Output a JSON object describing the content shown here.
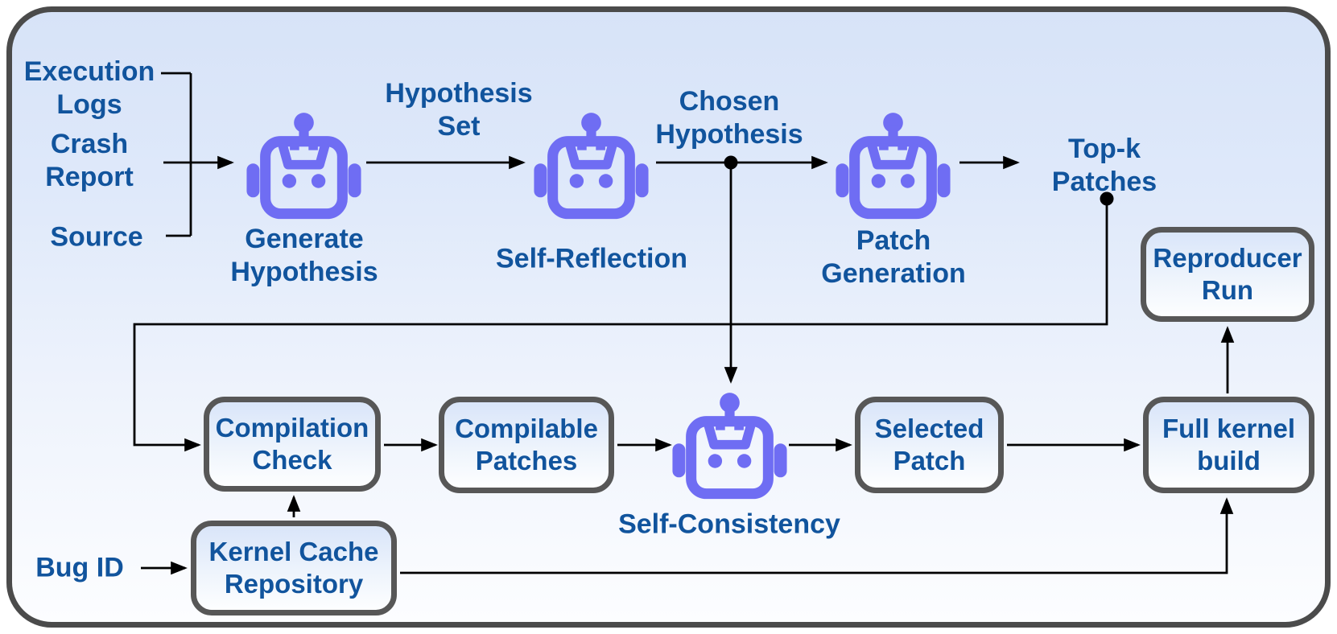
{
  "colors": {
    "text": "#11549d",
    "robot_icon": "#6f6df3",
    "box_border": "#575757",
    "frame_border": "#4b4b4b",
    "connector": "#000000",
    "background_top": "#d7e3f8",
    "background_bottom": "#fcfdff"
  },
  "inputs": {
    "execution_logs": {
      "lines": [
        "Execution",
        "Logs"
      ]
    },
    "crash_report": {
      "lines": [
        "Crash",
        "Report"
      ]
    },
    "source": {
      "lines": [
        "Source"
      ]
    },
    "bug_id": {
      "lines": [
        "Bug ID"
      ]
    }
  },
  "agents": {
    "generate_hypothesis": {
      "icon": "robot-icon",
      "label_lines": [
        "Generate",
        "Hypothesis"
      ]
    },
    "self_reflection": {
      "icon": "robot-icon",
      "label_lines": [
        "Self-Reflection"
      ]
    },
    "patch_generation": {
      "icon": "robot-icon",
      "label_lines": [
        "Patch",
        "Generation"
      ]
    },
    "self_consistency": {
      "icon": "robot-icon",
      "label_lines": [
        "Self-Consistency"
      ]
    }
  },
  "edge_labels": {
    "hypothesis_set": {
      "lines": [
        "Hypothesis",
        "Set"
      ]
    },
    "chosen_hypothesis": {
      "lines": [
        "Chosen",
        "Hypothesis"
      ]
    },
    "top_k_patches": {
      "lines": [
        "Top-k",
        "Patches"
      ]
    }
  },
  "boxes": {
    "compilation_check": {
      "lines": [
        "Compilation",
        "Check"
      ]
    },
    "compilable_patches": {
      "lines": [
        "Compilable",
        "Patches"
      ]
    },
    "selected_patch": {
      "lines": [
        "Selected",
        "Patch"
      ]
    },
    "full_kernel_build": {
      "lines": [
        "Full kernel",
        "build"
      ]
    },
    "reproducer_run": {
      "lines": [
        "Reproducer",
        "Run"
      ]
    },
    "kernel_cache_repository": {
      "lines": [
        "Kernel Cache",
        "Repository"
      ]
    }
  }
}
